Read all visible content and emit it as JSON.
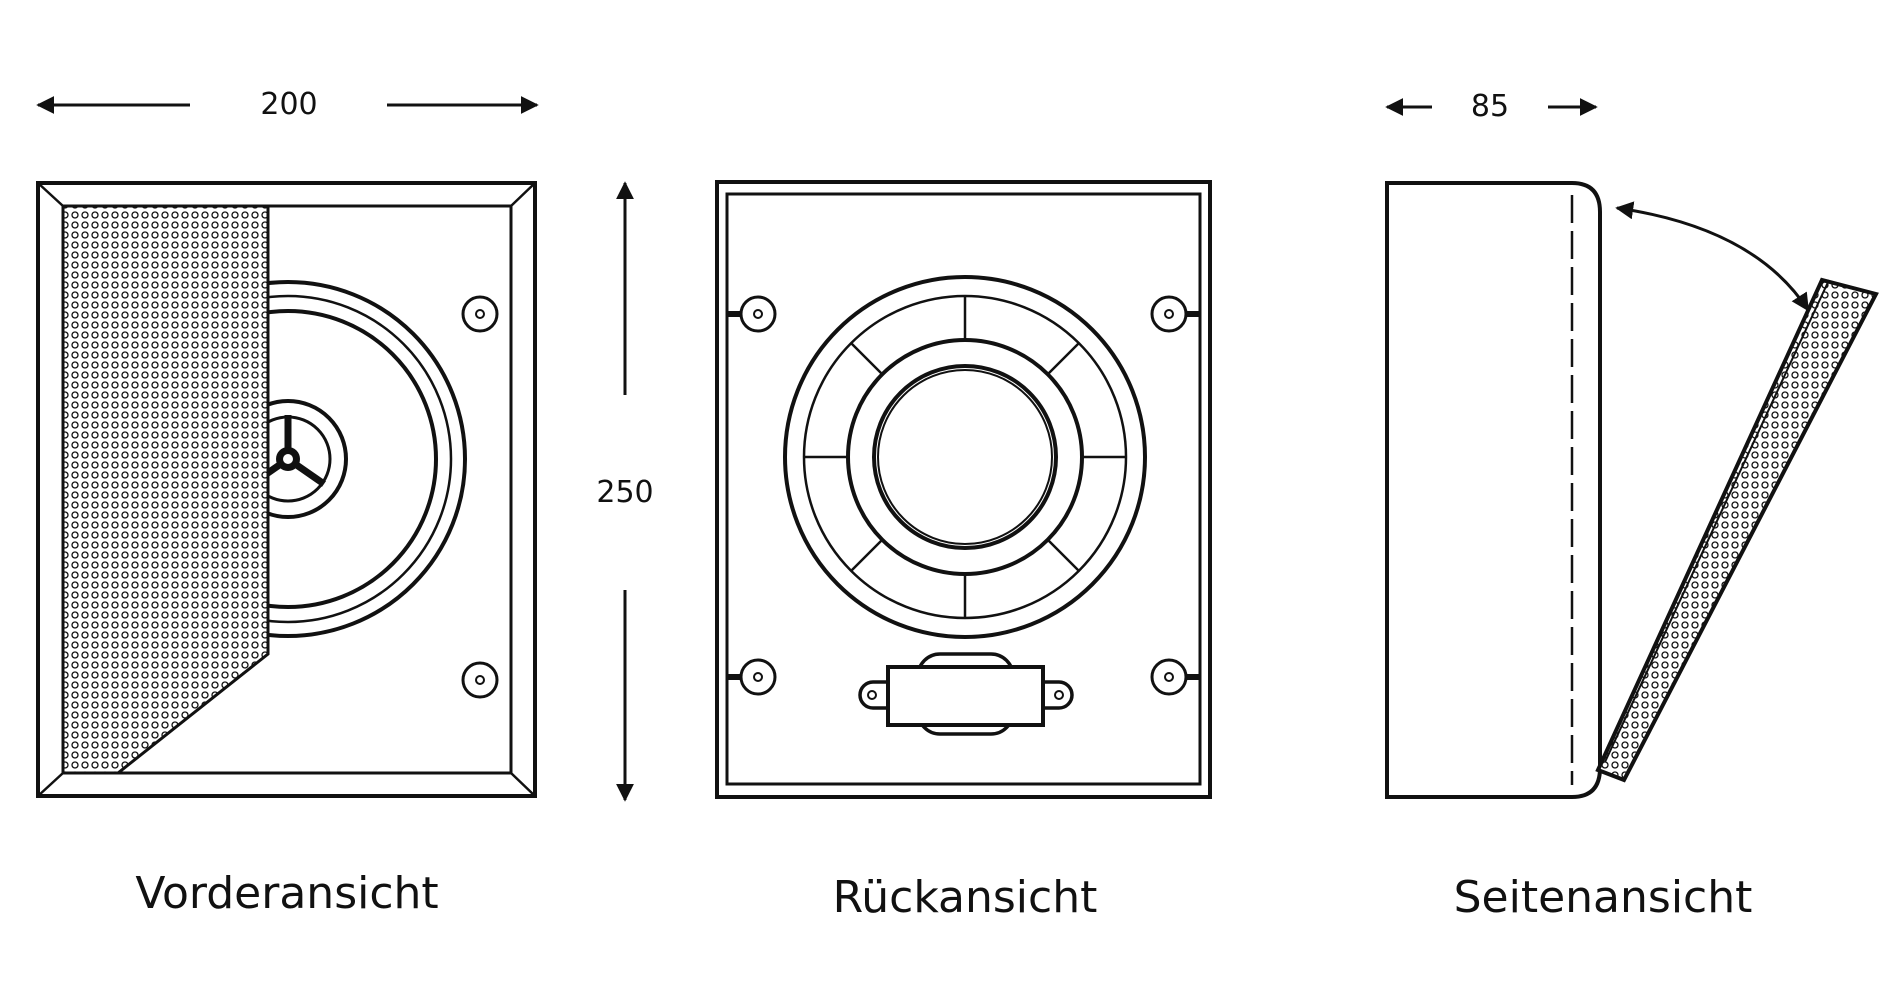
{
  "dimensions": {
    "width": "200",
    "height": "250",
    "depth": "85"
  },
  "views": {
    "front": {
      "caption": "Vorderansicht"
    },
    "back": {
      "caption": "Rückansicht"
    },
    "side": {
      "caption": "Seitenansicht"
    }
  },
  "colors": {
    "ink": "#111111",
    "paper": "#ffffff"
  }
}
